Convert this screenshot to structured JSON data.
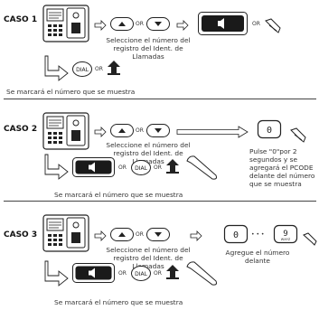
{
  "or_word": "OR",
  "dial_word": "DIAL",
  "zero_key": "0",
  "nine_key": "9",
  "nine_sub": "WXYZ",
  "dots": "• • •",
  "cases": [
    {
      "label": "CASO 1",
      "instruction": "Seleccione el número del\nregistro del Ident. de Llamadas",
      "result": "Se marcará el número que se muestra"
    },
    {
      "label": "CASO 2",
      "instruction": "Seleccione el número del\nregistro del Ident. de Llamadas",
      "note": "Pulse \"0\"por 2\nsegundos y se\nagregará el PCODE\ndelante del número\nque se muestra",
      "result": "Se marcará el número que se muestra"
    },
    {
      "label": "CASO 3",
      "instruction": "Seleccione el número del\nregistro del Ident. de Llamadas",
      "note": "Agregue el número\ndelante",
      "result": "Se marcará el número que se muestra"
    }
  ]
}
